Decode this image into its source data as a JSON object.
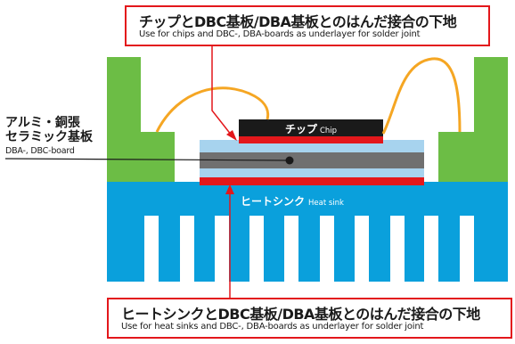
{
  "callout_top": {
    "title_ja": "チップとDBC基板/DBA基板とのはんだ接合の下地",
    "subtitle_en": "Use for chips and DBC-, DBA-boards as underlayer for solder joint"
  },
  "callout_bottom": {
    "title_ja": "ヒートシンクとDBC基板/DBA基板とのはんだ接合の下地",
    "subtitle_en": "Use for heat sinks and DBC-, DBA-boards as underlayer for solder joint"
  },
  "substrate_label": {
    "line1_ja": "アルミ・銅張",
    "line2_ja": "セラミック基板",
    "en": "DBA-, DBC-board"
  },
  "chip": {
    "label_ja": "チップ",
    "label_en": "Chip"
  },
  "heatsink": {
    "label_ja": "ヒートシンク",
    "label_en": "Heat sink"
  },
  "colors": {
    "heatsink_blue": "#0aa0dc",
    "fixture_green": "#6cbd45",
    "wire_orange": "#f5a623",
    "solder_red": "#e3171b",
    "ceramic_light_blue": "#a7d3ee",
    "metal_gray": "#707070",
    "chip_black": "#1a1a1a",
    "text": "#1a1a1a"
  }
}
